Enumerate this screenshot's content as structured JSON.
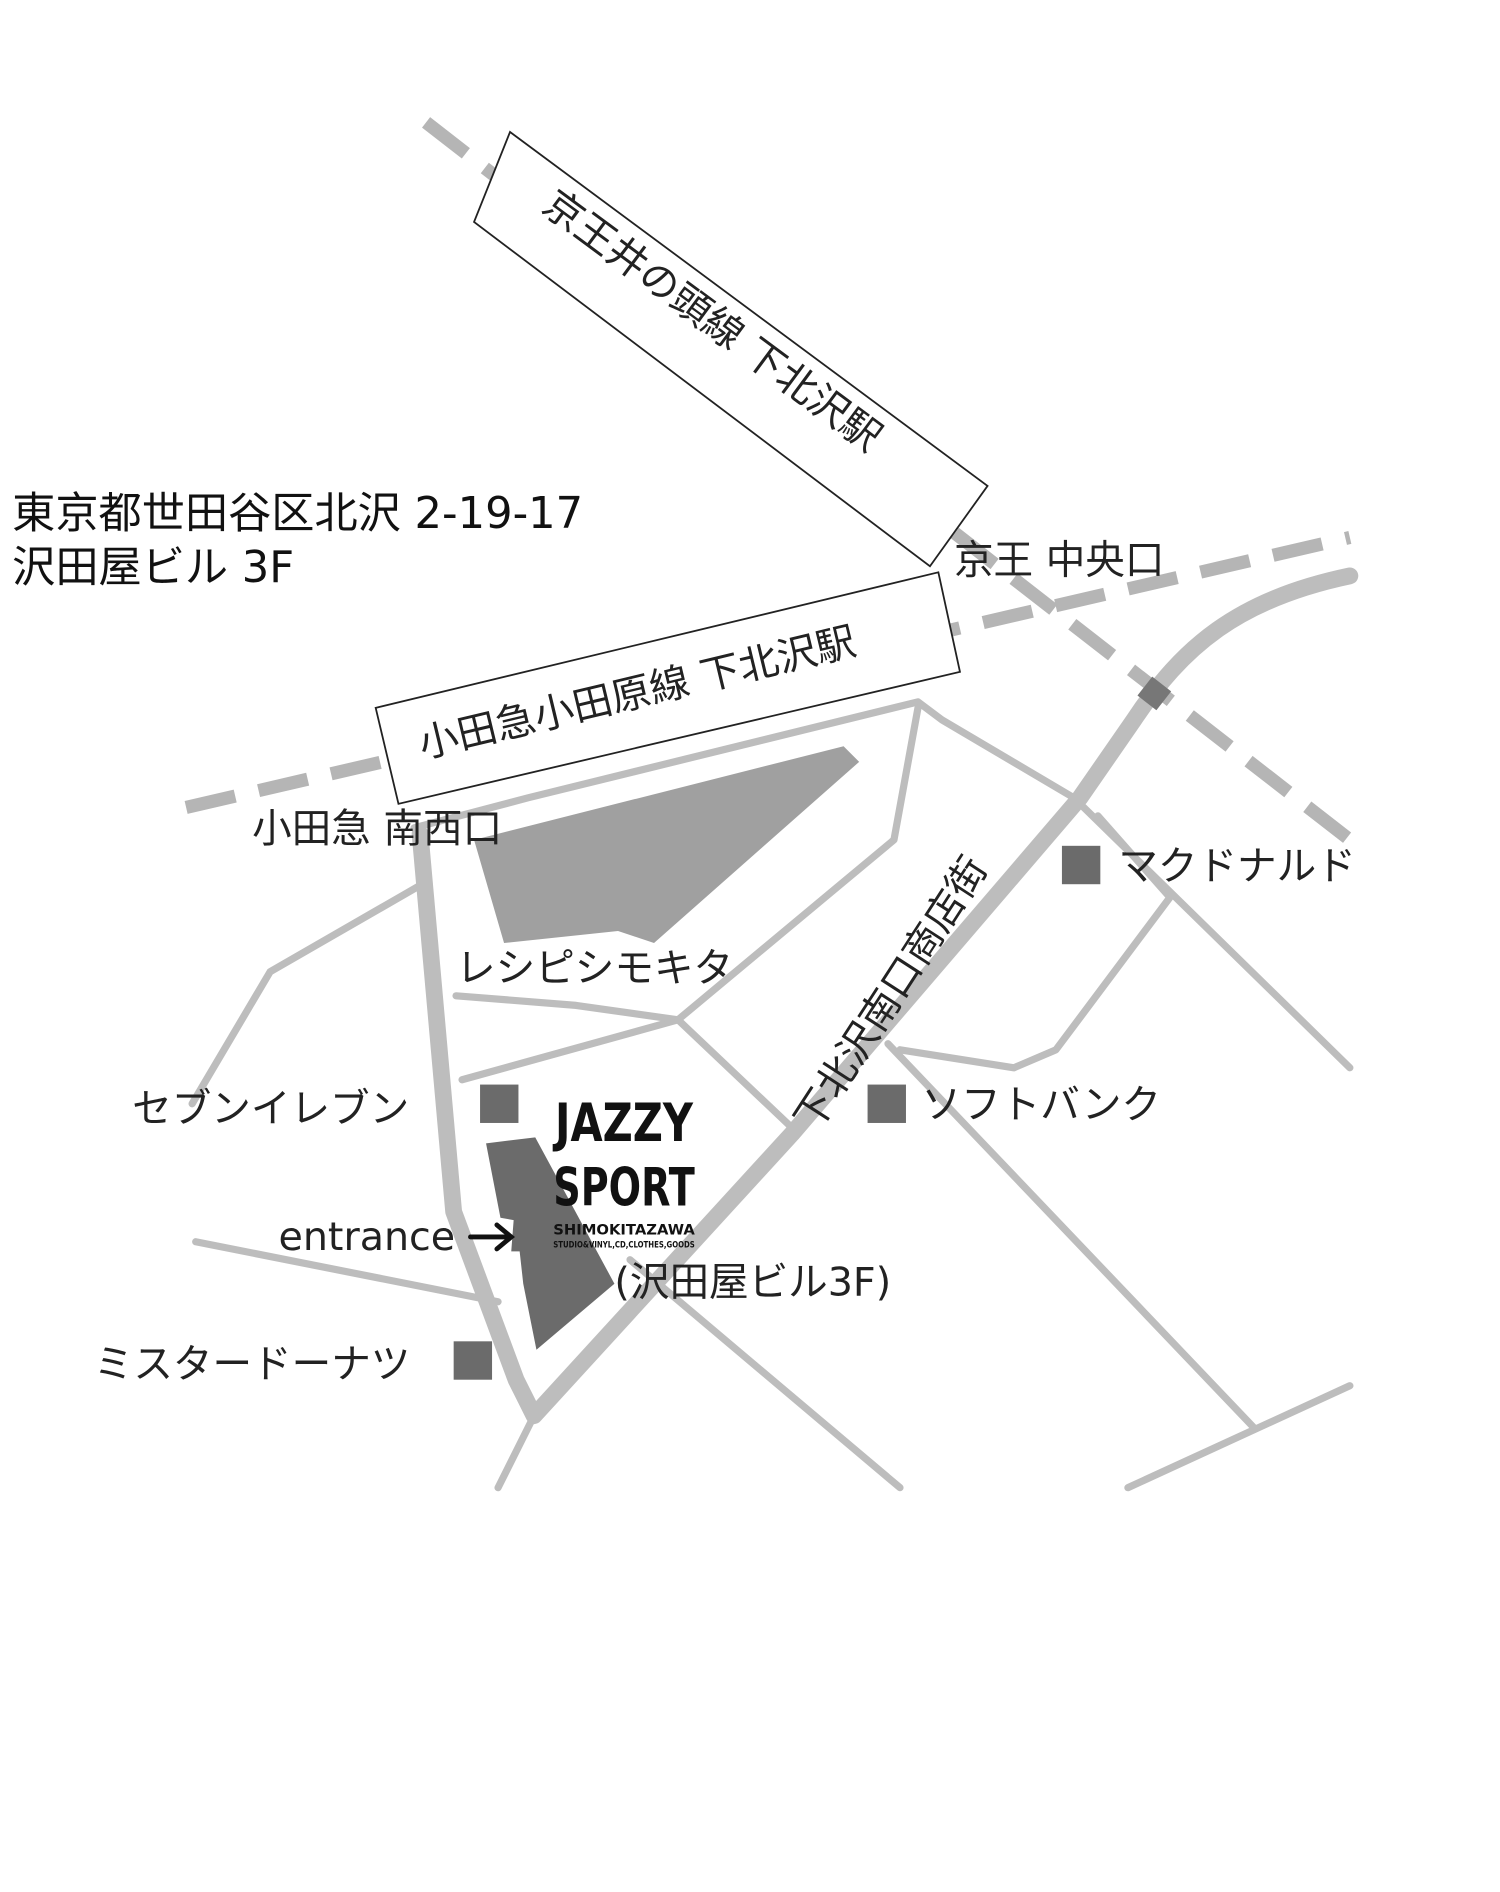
{
  "address": {
    "line1": "東京都世田谷区北沢 2-19-17",
    "line2": "沢田屋ビル 3F"
  },
  "stations": {
    "keio": "京王井の頭線 下北沢駅",
    "odakyu": "小田急小田原線 下北沢駅"
  },
  "exits": {
    "keio_central": "京王 中央口",
    "odakyu_southwest": "小田急 南西口"
  },
  "street": "下北沢南口商店街",
  "landmarks": {
    "mcdonalds": "マクドナルド",
    "recipi": "レシピシモキタ",
    "seven_eleven": "セブンイレブン",
    "softbank": "ソフトバンク",
    "mister_donut": "ミスタードーナツ"
  },
  "shop": {
    "logo_line1": "JAZZY",
    "logo_line2": "SPORT",
    "logo_line3": "SHIMOKITAZAWA",
    "logo_tagline": "STUDIO&VINYL,CD,CLOTHES,GOODS",
    "building": "(沢田屋ビル3F)",
    "entrance": "entrance"
  },
  "colors": {
    "road": "#bdbdbd",
    "building_dark": "#6b6b6b",
    "building_light": "#a0a0a0"
  }
}
